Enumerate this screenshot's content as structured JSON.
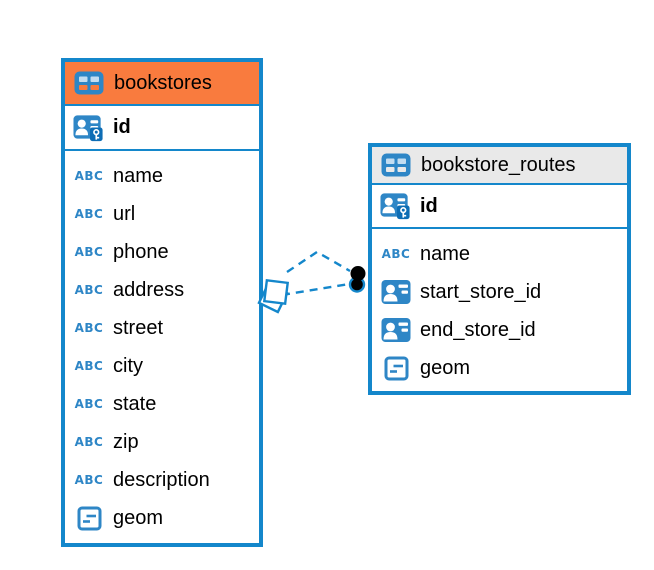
{
  "app": {
    "view": "entity-relationship-diagram"
  },
  "colors": {
    "accent_blue": "#1487cb",
    "icon_blue": "#2e86c6",
    "bookstores_header": "#f97b3e",
    "routes_header": "#e9e9e9",
    "canvas_background": "#ffffff",
    "text": "#000000",
    "relation_dot": "#000000"
  },
  "tables": [
    {
      "name": "bookstores",
      "header_icon": "table-icon",
      "primary_key": {
        "name": "id",
        "icon": "primary-key-icon"
      },
      "columns": [
        {
          "name": "name",
          "icon": "text-type-icon"
        },
        {
          "name": "url",
          "icon": "text-type-icon"
        },
        {
          "name": "phone",
          "icon": "text-type-icon"
        },
        {
          "name": "address",
          "icon": "text-type-icon"
        },
        {
          "name": "street",
          "icon": "text-type-icon"
        },
        {
          "name": "city",
          "icon": "text-type-icon"
        },
        {
          "name": "state",
          "icon": "text-type-icon"
        },
        {
          "name": "zip",
          "icon": "text-type-icon"
        },
        {
          "name": "description",
          "icon": "text-type-icon"
        },
        {
          "name": "geom",
          "icon": "geometry-type-icon"
        }
      ]
    },
    {
      "name": "bookstore_routes",
      "header_icon": "table-icon",
      "primary_key": {
        "name": "id",
        "icon": "primary-key-icon"
      },
      "columns": [
        {
          "name": "name",
          "icon": "text-type-icon"
        },
        {
          "name": "start_store_id",
          "icon": "foreign-key-icon"
        },
        {
          "name": "end_store_id",
          "icon": "foreign-key-icon"
        },
        {
          "name": "geom",
          "icon": "geometry-type-icon"
        }
      ]
    }
  ],
  "icons": {
    "text_type_glyph": "ABC"
  },
  "relationship": {
    "from": "bookstores",
    "to": "bookstore_routes",
    "line_style": "dashed",
    "from_marker": "overlapping-squares",
    "to_marker": "stacked-dots"
  }
}
